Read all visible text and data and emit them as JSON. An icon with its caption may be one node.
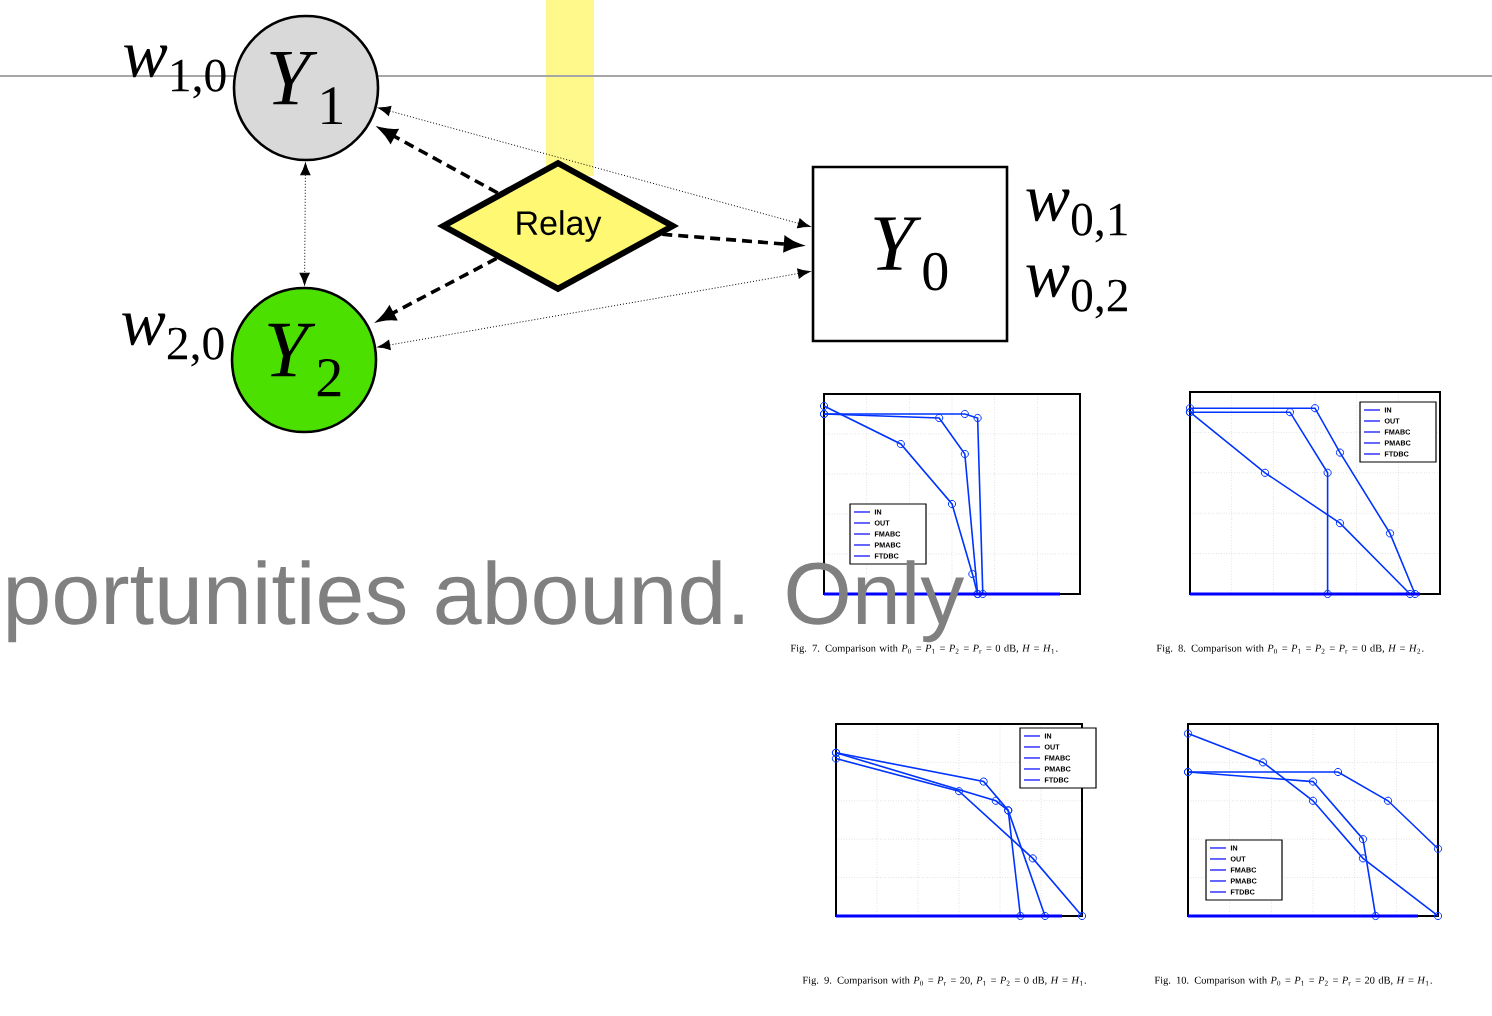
{
  "diagram": {
    "nodes": [
      {
        "text": [
          "*Y*$_{1}$"
        ],
        "beside": [
          "*w*$_{1,0}$"
        ]
      },
      {
        "text": [
          "Relay"
        ]
      },
      {
        "text": [
          "*Y*$_{0}$"
        ],
        "beside": [
          "*w*$_{0,1}$",
          "*w*$_{0,2}$"
        ]
      },
      {
        "text": [
          "*Y*$_{2}$"
        ],
        "beside": [
          "*w*$_{2,0}$"
        ]
      }
    ],
    "edges": [
      {
        "from": 1,
        "to": 0,
        "arrow": "to",
        "style": "dashed"
      },
      {
        "from": 1,
        "to": 3,
        "arrow": "to",
        "style": "dashed"
      },
      {
        "from": 1,
        "to": 2,
        "arrow": "to",
        "style": "dashed"
      },
      {
        "from": 0,
        "to": 2,
        "arrow": "both"
      },
      {
        "from": 3,
        "to": 2,
        "arrow": "both"
      },
      {
        "from": 0,
        "to": 3,
        "arrow": "both"
      }
    ],
    "labels": [
      "IN",
      "OUT",
      "FMABC",
      "PMABC",
      "FTDBC",
      "IN",
      "OUT",
      "FMABC",
      "PMABC",
      "FTDBC",
      "portunities abound. Only",
      "Fig. 7.   Comparison with *P*$_{0}$ = *P*$_{1}$ = *P*$_{2}$ = *P*$_{r}$ = 0 dB, *H* = *H*$_{1}$.",
      "Fig. 8.   Comparison with *P*$_{0}$ = *P*$_{1}$ = *P*$_{2}$ = *P*$_{r}$ = 0 dB, *H* = *H*$_{2}$.",
      "IN",
      "OUT",
      "FMABC",
      "PMABC",
      "FTDBC",
      "IN",
      "OUT",
      "FMABC",
      "PMABC",
      "FTDBC",
      "Fig. 9.   Comparison with *P*$_{0}$ = *P*$_{r}$ = 20, *P*$_{1}$ = *P*$_{2}$ = 0 dB, *H* = *H*$_{1}$.",
      "Fig. 10.   Comparison with *P*$_{0}$ = *P*$_{1}$ = *P*$_{2}$ = *P*$_{r}$ = 20 dB, *H* = *H*$_{1}$."
    ]
  }
}
